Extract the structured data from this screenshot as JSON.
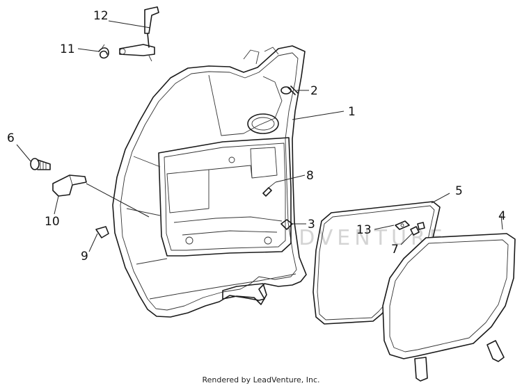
{
  "watermark_text": "LEADVENTURE",
  "credit": "Rendered by LeadVenture, Inc.",
  "callouts": [
    "1",
    "2",
    "3",
    "4",
    "5",
    "6",
    "7",
    "8",
    "9",
    "10",
    "11",
    "12",
    "13"
  ],
  "parts": [
    {
      "ref": "1",
      "icon": "front-inner-shield-icon"
    },
    {
      "ref": "2",
      "icon": "screw-icon"
    },
    {
      "ref": "3",
      "icon": "rubber-seal-icon"
    },
    {
      "ref": "4",
      "icon": "glove-box-door-icon"
    },
    {
      "ref": "5",
      "icon": "door-gasket-icon"
    },
    {
      "ref": "6",
      "icon": "screw-icon"
    },
    {
      "ref": "7",
      "icon": "clip-icon"
    },
    {
      "ref": "8",
      "icon": "screw-icon"
    },
    {
      "ref": "9",
      "icon": "clip-icon"
    },
    {
      "ref": "10",
      "icon": "bracket-icon"
    },
    {
      "ref": "11",
      "icon": "spring-icon"
    },
    {
      "ref": "12",
      "icon": "lock-lever-icon"
    },
    {
      "ref": "13",
      "icon": "clip-icon"
    }
  ]
}
